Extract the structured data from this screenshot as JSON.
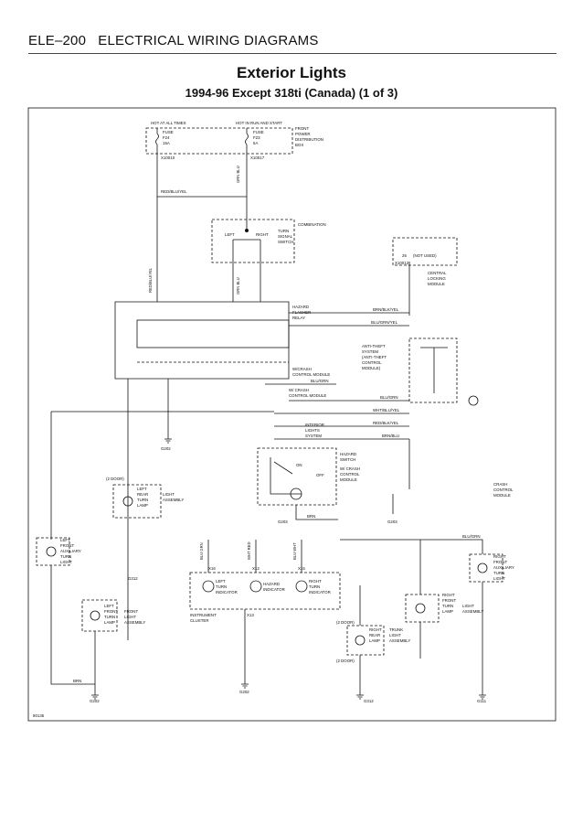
{
  "header": {
    "page_code": "ELE–200",
    "section": "ELECTRICAL WIRING DIAGRAMS"
  },
  "title": "Exterior Lights",
  "subtitle": "1994-96 Except 318ti (Canada) (1 of 3)",
  "power": {
    "hot_label": "HOT AT ALL TIMES",
    "run_label": "HOT IN RUN AND START",
    "fuse1": [
      "FUSE",
      "F24",
      "15A"
    ],
    "fuse2": [
      "FUSE",
      "F23",
      "5A"
    ],
    "front_power": [
      "FRONT",
      "POWER",
      "DISTRIBUTION",
      "BOX"
    ],
    "conn1": "X10010",
    "conn2": "X10017"
  },
  "combination_switch": [
    "COMBINATION",
    "TURN",
    "SIGNAL",
    "SWITCH"
  ],
  "switch_left": "LEFT",
  "switch_right": "RIGHT",
  "central_locking": {
    "not_used": "(NOT USED)",
    "conn": "X10012",
    "name": [
      "CENTRAL",
      "LOCKING",
      "MODULE"
    ],
    "pin": "26"
  },
  "hazard_relay": [
    "HAZARD",
    "FLASHER",
    "RELAY"
  ],
  "anti_theft": [
    "ANTI-THEFT",
    "SYSTEM",
    "(ANTI-THEFT",
    "CONTROL",
    "MODULE)"
  ],
  "crash_control": [
    "W/CRASH",
    "CONTROL MODULE"
  ],
  "crash_control_2": [
    "W/ CRASH",
    "CONTROL MODULE"
  ],
  "interior_lights": [
    "INTERIOR",
    "LIGHTS",
    "SYSTEM"
  ],
  "hazard_switch": [
    "HAZARD",
    "SWITCH"
  ],
  "hazard_switch_module": [
    "W/ CRASH",
    "CONTROL",
    "MODULE"
  ],
  "switch_on": "ON",
  "switch_off": "OFF",
  "crash_module": [
    "CRASH",
    "CONTROL",
    "MODULE"
  ],
  "wire_labels": {
    "red_blu_yel": "RED/BLU/YEL",
    "brn_blk_yel": "BRN/BLK/YEL",
    "blu_grn_yel": "BLU/GRN/YEL",
    "blu_grn": "BLU/GRN",
    "wht_blu_yel": "WHT/BLU/YEL",
    "red_blk_yel": "RED/BLK/YEL",
    "brn_blu": "BRN/BLU",
    "brn": "BRN",
    "grn_blu": "GRN BLU",
    "grn_yel": "GRN YEL",
    "blu_grn_v": "BLU GRN",
    "wht_red": "WHT RED",
    "blu_wht": "BLU WHT"
  },
  "lamps": {
    "rear_left": [
      "LEFT",
      "REAR",
      "TURN",
      "LIGHT",
      "ASSEMBLY",
      "LAMP"
    ],
    "rear_left_door": "(2 DOOR)",
    "front_aux_left": [
      "LEFT",
      "FRONT",
      "AUXILIARY",
      "TURN",
      "LIGHT"
    ],
    "front_left": [
      "LEFT",
      "FRONT",
      "TURN",
      "LAMP"
    ],
    "front_left_2": [
      "FRONT",
      "LIGHT",
      "ASSEMBLY"
    ],
    "front_aux_right": [
      "RIGHT",
      "FRONT",
      "AUXILIARY",
      "TURN",
      "LIGHT"
    ],
    "front_right": [
      "RIGHT",
      "FRONT",
      "TURN",
      "LAMP"
    ],
    "front_right_2": [
      "LIGHT",
      "ASSEMBLY"
    ],
    "rear_right": [
      "RIGHT",
      "REAR",
      "LAMP"
    ],
    "rear_right_2": [
      "TRUNK",
      "LIGHT",
      "ASSEMBLY"
    ],
    "rear_right_door": "(2 DOOR)"
  },
  "cluster": {
    "left": [
      "LEFT",
      "TURN",
      "INDICATOR"
    ],
    "hazard": [
      "HAZARD",
      "INDICATOR"
    ],
    "right": [
      "RIGHT",
      "TURN",
      "INDICATOR"
    ],
    "name": [
      "INSTRUMENT",
      "CLUSTER"
    ],
    "pins": [
      "X16",
      "X12",
      "X13",
      "X15"
    ]
  },
  "grounds": [
    "G202",
    "G312",
    "G203",
    "G111",
    "G203"
  ],
  "figure_id": "80135",
  "accent_color": "#111111"
}
